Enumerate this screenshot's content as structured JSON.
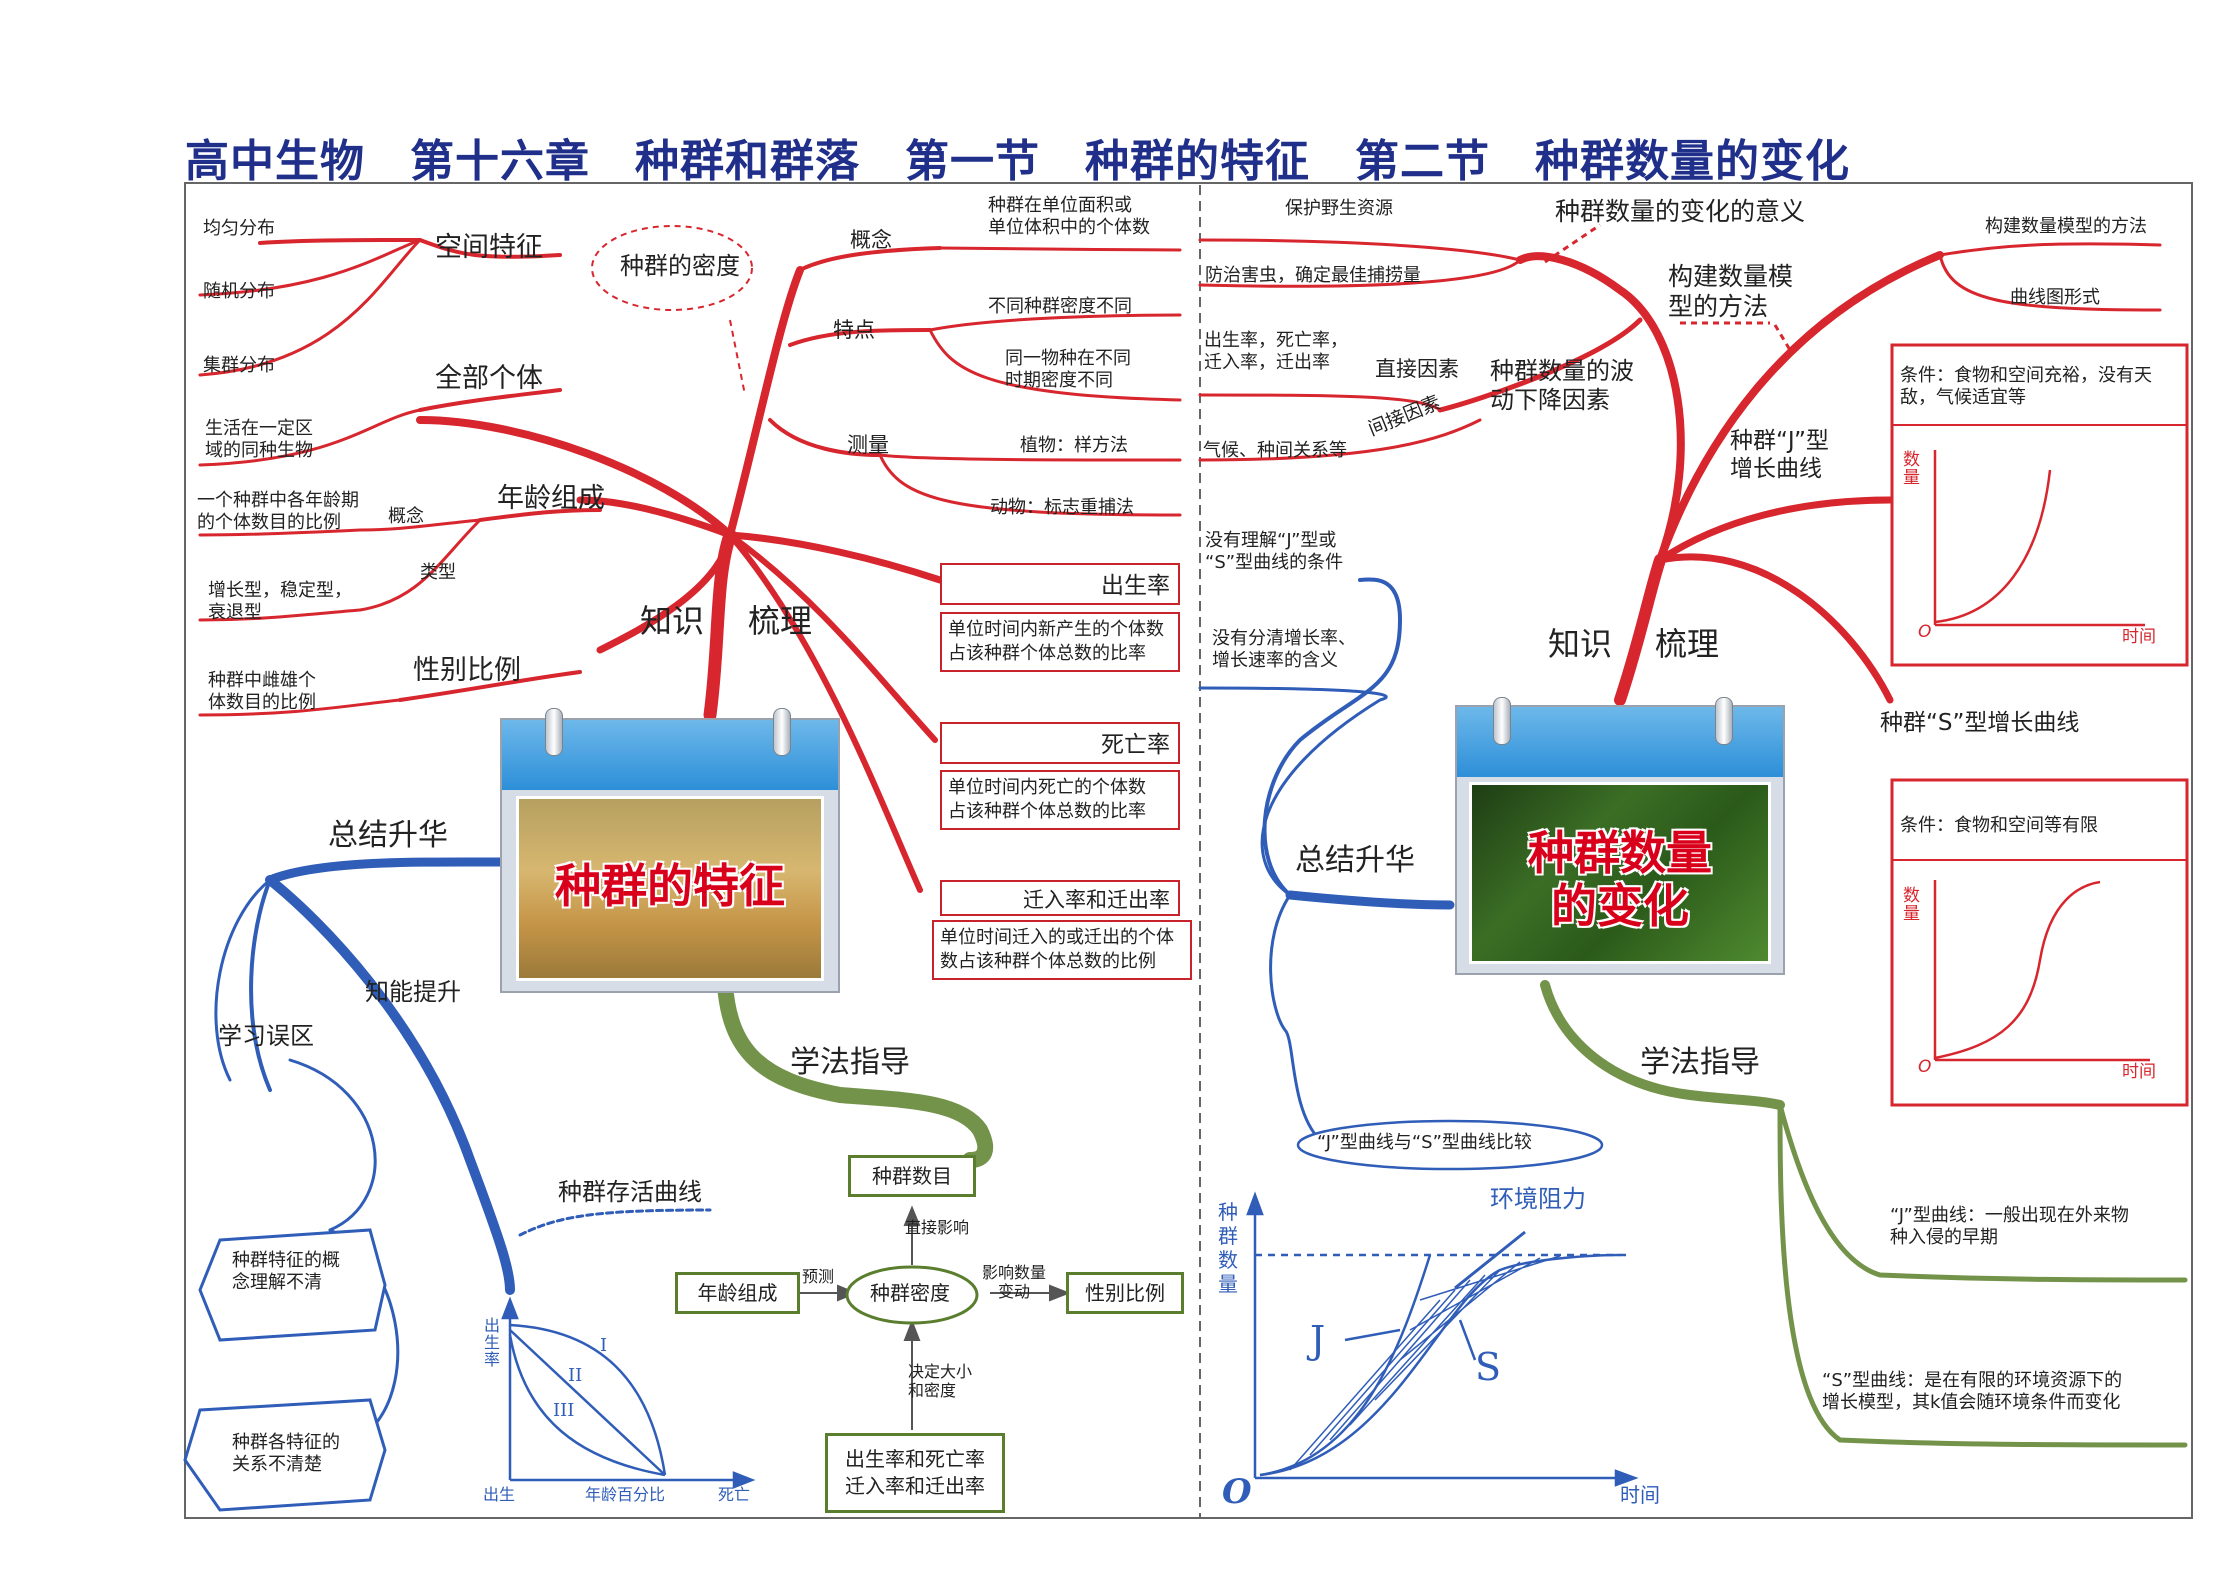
{
  "title": "高中生物　第十六章　种群和群落　第一节　种群的特征　第二节　种群数量的变化",
  "colors": {
    "red": "#d7262e",
    "blue": "#2f5db8",
    "green": "#74934a",
    "title": "#1f2f8a"
  },
  "left": {
    "hub1": "知识",
    "hub2": "梳理",
    "density_bubble": "种群的密度",
    "spatial": {
      "label": "空间特征",
      "items": [
        "均匀分布",
        "随机分布",
        "集群分布"
      ]
    },
    "all_individuals": {
      "label": "全部个体",
      "desc": "生活在一定区\n域的同种生物"
    },
    "age": {
      "label": "年龄组成",
      "concept_label": "概念",
      "concept": "一个种群中各年龄期\n的个体数目的比例",
      "type_label": "类型",
      "types": "增长型，稳定型，\n衰退型"
    },
    "sex": {
      "label": "性别比例",
      "desc": "种群中雌雄个\n体数目的比例"
    },
    "concept": {
      "label": "概念",
      "desc": "种群在单位面积或\n单位体积中的个体数"
    },
    "feature": {
      "label": "特点",
      "a": "不同种群密度不同",
      "b": "同一物种在不同\n时期密度不同"
    },
    "measure": {
      "label": "测量",
      "plant": "植物：样方法",
      "animal": "动物：标志重捕法"
    },
    "birth": {
      "label": "出生率",
      "desc": "单位时间内新产生的个体数\n占该种群个体总数的比率"
    },
    "death": {
      "label": "死亡率",
      "desc": "单位时间内死亡的个体数\n占该种群个体总数的比率"
    },
    "migrate": {
      "label": "迁入率和迁出率",
      "desc": "单位时间迁入的或迁出的个体\n数占该种群个体总数的比例"
    },
    "calendar": "种群的特征",
    "summary": "总结升华",
    "ability": "知能提升",
    "mistake": "学习误区",
    "mistake1": "种群特征的概\n念理解不清",
    "mistake2": "种群各特征的\n关系不清楚",
    "survival": "种群存活曲线",
    "survival_chart": {
      "ylabel": "出\n生\n率",
      "x_left": "出生",
      "x_mid": "年龄百分比",
      "x_right": "死亡",
      "roman": [
        "I",
        "II",
        "III"
      ]
    },
    "study": "学法指导",
    "flow": {
      "count": "种群数目",
      "direct": "直接影响",
      "density": "种群密度",
      "age": "年龄组成",
      "predict": "预测",
      "sex": "性别比例",
      "affect": "影响数量\n变动",
      "decide": "决定大小\n和密度",
      "bottom": "出生率和死亡率\n迁入率和迁出率"
    }
  },
  "right": {
    "hub1": "知识",
    "hub2": "梳理",
    "meaning": "种群数量的变化的意义",
    "protect": "保护野生资源",
    "pest": "防治害虫，确定最佳捕捞量",
    "model": "构建数量模\n型的方法",
    "model_method": "构建数量模型的方法",
    "curve_form": "曲线图形式",
    "fluct": "种群数量的波\n动下降因素",
    "direct": "直接因素",
    "direct_items": "出生率，死亡率，\n迁入率，迁出率",
    "indirect": "间接因素",
    "indirect_items": "气候、种间关系等",
    "j_curve": "种群“J”型\n增长曲线",
    "j_cond": "条件：食物和空间充裕，没有天\n敌，气候适宜等",
    "s_curve": "种群“S”型增长曲线",
    "s_cond": "条件：食物和空间等有限",
    "axis_y": "数\n量",
    "axis_x": "时间",
    "origin": "O",
    "calendar": "种群数量\n的变化",
    "summary": "总结升华",
    "mist1": "没有理解“J”型或\n“S”型曲线的条件",
    "mist2": "没有分清增长率、\n增长速率的含义",
    "compare": "“J”型曲线与“S”型曲线比较",
    "big_chart": {
      "ylabel": "种\n群\n数\n量",
      "xlabel": "时间",
      "origin": "O",
      "resist": "环境阻力",
      "J": "J",
      "S": "S"
    },
    "study": "学法指导",
    "j_note": "“J”型曲线：一般出现在外来物\n种入侵的早期",
    "s_note": "“S”型曲线：是在有限的环境资源下的\n增长模型，其k值会随环境条件而变化"
  }
}
